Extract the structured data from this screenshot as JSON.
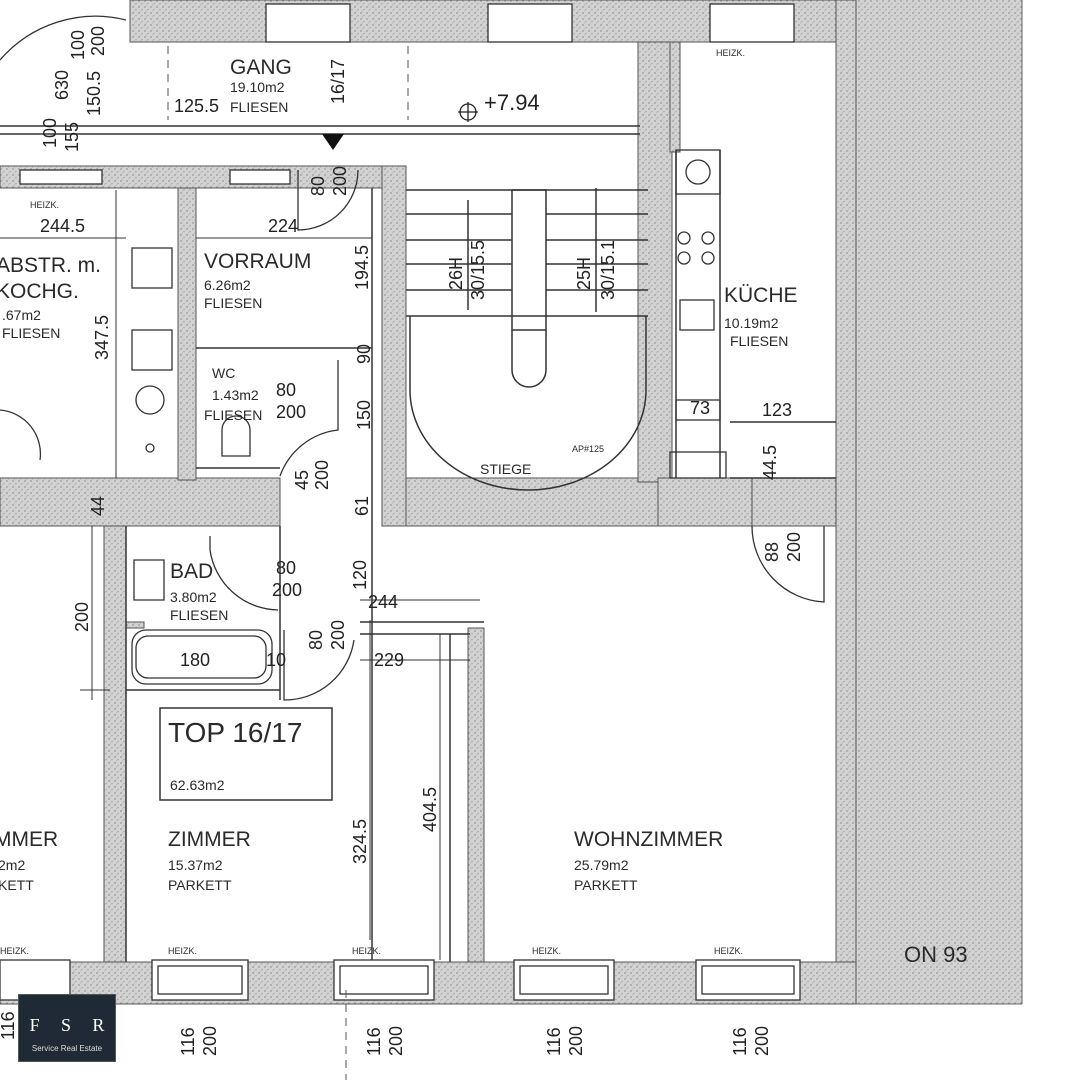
{
  "rooms": {
    "gang": {
      "name": "GANG",
      "area": "19.10m2",
      "material": "FLIESEN"
    },
    "vorraum": {
      "name": "VORRAUM",
      "area": "6.26m2",
      "material": "FLIESEN"
    },
    "kueche": {
      "name": "KÜCHE",
      "area": "10.19m2",
      "material": "FLIESEN"
    },
    "abstr": {
      "name": "ABSTR. m.",
      "name2": "KOCHG.",
      "area": ".67m2",
      "material": "FLIESEN"
    },
    "wc": {
      "name": "WC",
      "area": "1.43m2",
      "material": "FLIESEN"
    },
    "bad": {
      "name": "BAD",
      "area": "3.80m2",
      "material": "FLIESEN"
    },
    "zimmer": {
      "name": "ZIMMER",
      "area": "15.37m2",
      "material": "PARKETT"
    },
    "wohnzimmer": {
      "name": "WOHNZIMMER",
      "area": "25.79m2",
      "material": "PARKETT"
    },
    "zimmer_left": {
      "name": "MMER",
      "area": "2m2",
      "material": "KETT"
    },
    "stiege": {
      "name": "STIEGE"
    }
  },
  "top": {
    "title": "TOP 16/17",
    "area": "62.63m2"
  },
  "elevation": "+7.94",
  "stair_left": {
    "steps": "26H",
    "ratio": "30/15.5"
  },
  "stair_right": {
    "steps": "25H",
    "ratio": "30/15.1"
  },
  "dimensions": {
    "d_244_5": "244.5",
    "d_224": "224",
    "d_194_5": "194.5",
    "d_347_5": "347.5",
    "d_123": "123",
    "d_73": "73",
    "d_44_5": "44.5",
    "d_80_200_wc": "80",
    "d_200_wc": "200",
    "d_150": "150",
    "d_90": "90",
    "d_61": "61",
    "d_44": "44",
    "d_80_bad": "80",
    "d_200_bad": "200",
    "d_120": "120",
    "d_244": "244",
    "d_229": "229",
    "d_180": "180",
    "d_10": "10",
    "d_200_left": "200",
    "d_324_5": "324.5",
    "d_404_5": "404.5",
    "d_16_17": "16/17",
    "d_125_5": "125.5",
    "d_88": "88",
    "d_200_k": "200",
    "d_100": "100",
    "d_155": "155",
    "d_150_5": "150.5",
    "d_100_200": "100",
    "d_200_top": "200",
    "d_630": "630",
    "d_80_200_v": "80",
    "d_200_v": "200",
    "d_45": "45",
    "d_200_o": "200",
    "d_80_r": "80",
    "d_200_r": "200",
    "win1": "116",
    "win1b": "200",
    "win2": "116",
    "win2b": "200",
    "win3": "116",
    "win3b": "200",
    "win4": "116",
    "win4b": "200",
    "win0": "116"
  },
  "on_label": "ON 93",
  "logo": {
    "letters": [
      "F",
      "S",
      "R"
    ],
    "tagline": "Service Real Estate"
  }
}
